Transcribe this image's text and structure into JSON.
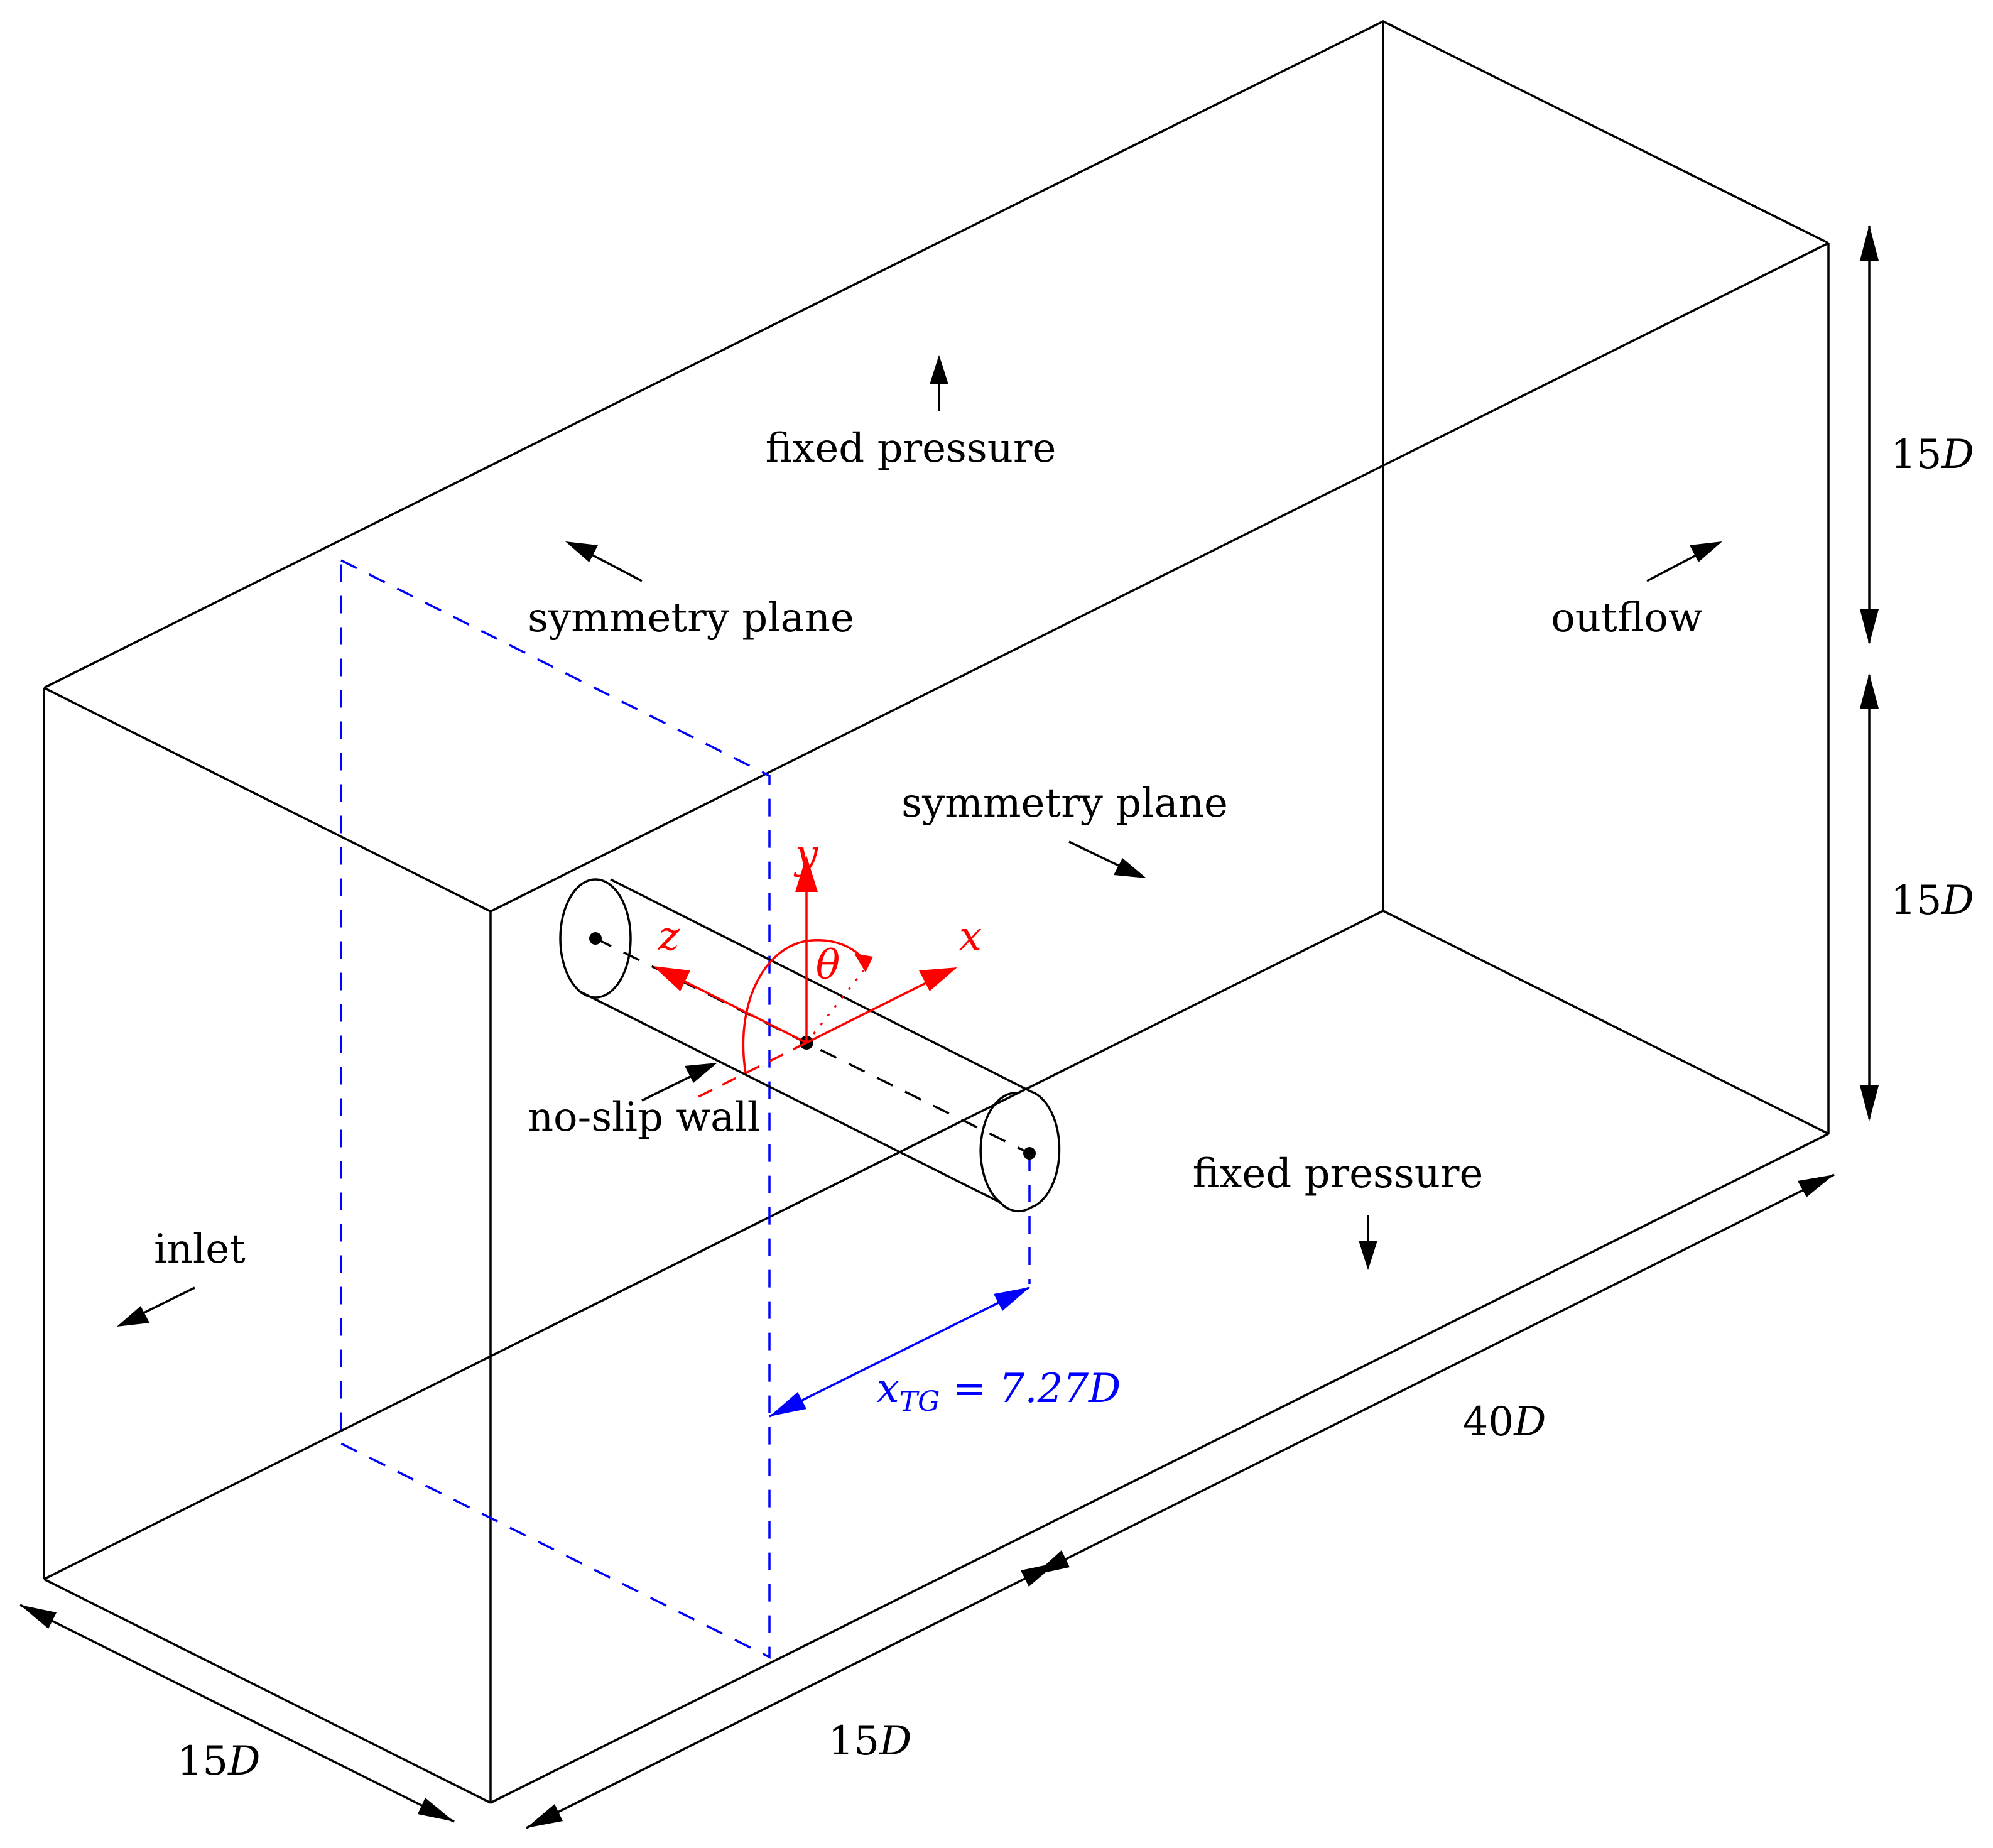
{
  "labels": {
    "fixed_pressure_top": "fixed pressure",
    "symmetry_plane_back": "symmetry plane",
    "outflow": "outflow",
    "symmetry_plane_front": "symmetry plane",
    "no_slip_wall": "no-slip wall",
    "fixed_pressure_bottom": "fixed pressure",
    "inlet": "inlet"
  },
  "axes": {
    "x": "x",
    "y": "y",
    "z": "z",
    "theta": "θ"
  },
  "dimensions": {
    "height_upper": {
      "num": "15",
      "unit": "D"
    },
    "height_lower": {
      "num": "15",
      "unit": "D"
    },
    "length": {
      "num": "40",
      "unit": "D"
    },
    "width_front": {
      "num": "15",
      "unit": "D"
    },
    "depth_bottom": {
      "num": "15",
      "unit": "D"
    },
    "x_tg": {
      "symbol": "x",
      "subscript": "TG",
      "equals": " = 7.27",
      "unit": "D"
    }
  },
  "colors": {
    "edges": "#000000",
    "coordinate_system": "#ff0000",
    "tripping_plane": "#0000ff"
  }
}
